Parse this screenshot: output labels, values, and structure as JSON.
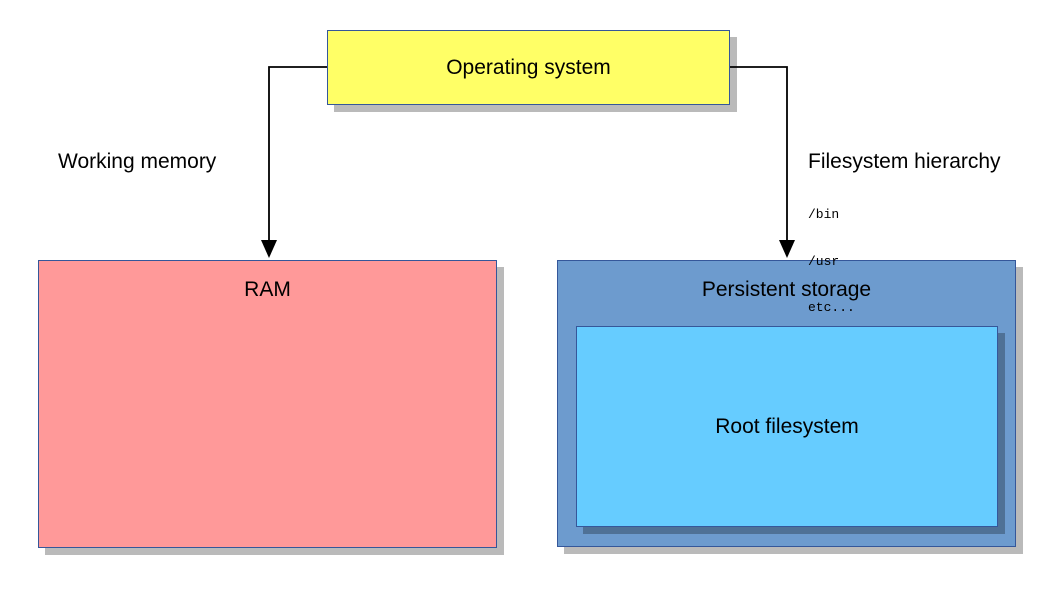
{
  "diagram": {
    "nodes": {
      "operating_system": {
        "label": "Operating system",
        "fill": "#ffff66"
      },
      "ram": {
        "label": "RAM",
        "fill": "#ff9999"
      },
      "persistent_storage": {
        "label": "Persistent storage",
        "fill": "#6d9bce"
      },
      "root_filesystem": {
        "label": "Root filesystem",
        "fill": "#66ccff"
      }
    },
    "edges": {
      "working_memory": {
        "label": "Working memory",
        "from": "operating_system",
        "to": "ram"
      },
      "filesystem_hierarchy": {
        "label": "Filesystem hierarchy",
        "from": "operating_system",
        "to": "persistent_storage",
        "examples": [
          "/bin",
          "/usr",
          "etc..."
        ]
      }
    },
    "colors": {
      "node_border": "#35579a",
      "connector_line": "#000000",
      "shadow": "#bababa",
      "background": "#ffffff",
      "text": "#000000"
    }
  }
}
